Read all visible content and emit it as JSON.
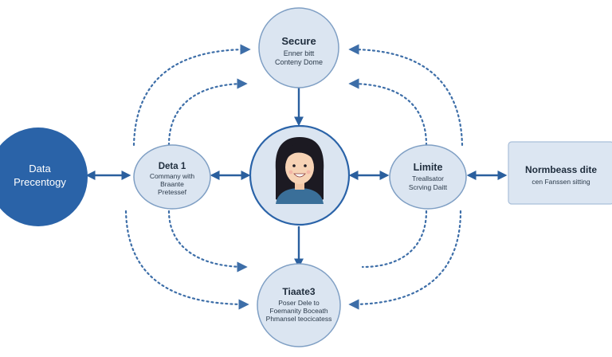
{
  "colors": {
    "accent": "#2a63a8",
    "node_fill": "#dbe5f1",
    "node_stroke": "#7f9fc4",
    "dark_node": "#2a63a8",
    "arrow": "#2a5f9e",
    "dotted": "#3d6ea8",
    "rect_fill": "#dce6f2",
    "rect_stroke": "#a9bfd9"
  },
  "nodes": {
    "left": {
      "lines": [
        "Data",
        "Precentogy"
      ]
    },
    "top": {
      "title": "Secure",
      "sub": [
        "Enner bitt",
        "Conteny Dome"
      ]
    },
    "data1": {
      "title": "Deta 1",
      "sub": [
        "Commany with",
        "Braante",
        "Pretessef"
      ]
    },
    "center": {
      "icon": "woman-avatar-icon"
    },
    "limite": {
      "title": "Limite",
      "sub": [
        "Treallsator",
        "Scrving Daitt"
      ]
    },
    "right": {
      "title": "Normbeass dite",
      "sub": "cen Fanssen sitting"
    },
    "bottom": {
      "title": "Tiaate3",
      "sub": [
        "Poser Dele to",
        "Foemanity Boceath",
        "Phmansel teocicatess"
      ]
    }
  }
}
